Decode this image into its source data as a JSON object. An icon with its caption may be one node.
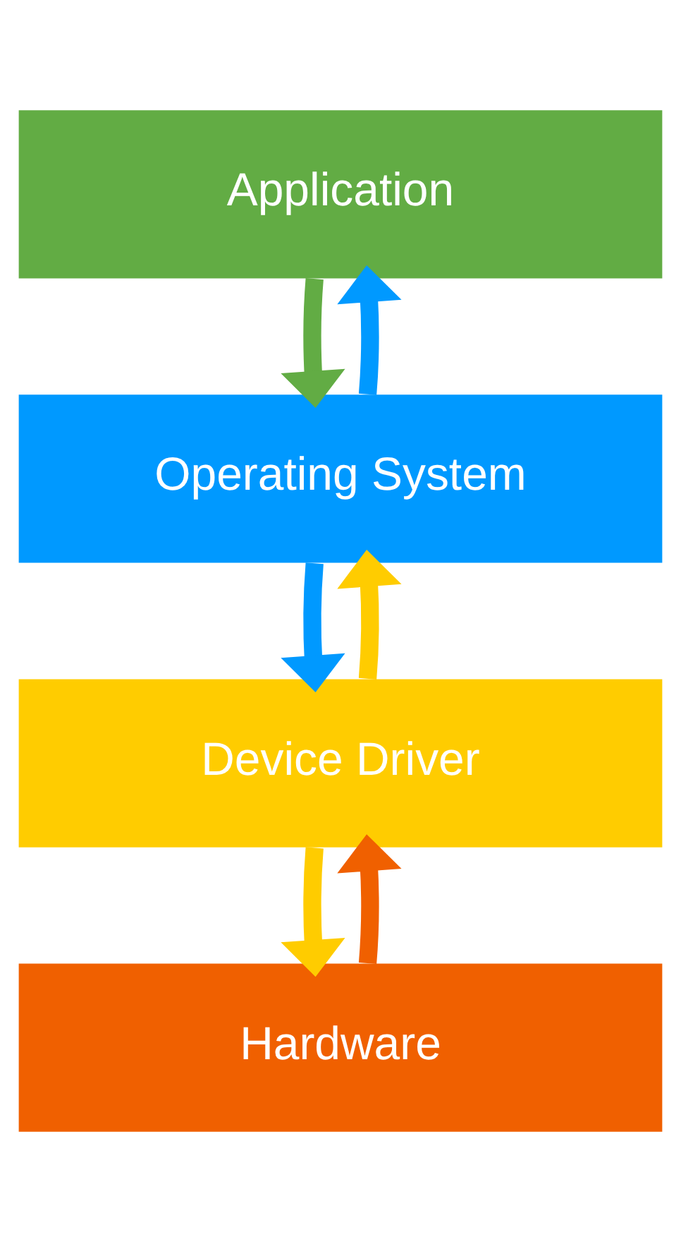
{
  "diagram": {
    "nodes": [
      {
        "text": [
          "Application"
        ]
      },
      {
        "text": [
          "Operating System"
        ]
      },
      {
        "text": [
          "Device Driver"
        ]
      },
      {
        "text": [
          "Hardware"
        ]
      }
    ],
    "edges": [
      {
        "from": 0,
        "to": 1,
        "arrow": "to",
        "color": "#62ac44"
      },
      {
        "from": 1,
        "to": 0,
        "arrow": "to",
        "color": "#0099ff"
      },
      {
        "from": 1,
        "to": 2,
        "arrow": "to",
        "color": "#0099ff"
      },
      {
        "from": 2,
        "to": 1,
        "arrow": "to",
        "color": "#ffcc00"
      },
      {
        "from": 2,
        "to": 3,
        "arrow": "to",
        "color": "#ffcc00"
      },
      {
        "from": 3,
        "to": 2,
        "arrow": "to",
        "color": "#f06000"
      }
    ]
  }
}
